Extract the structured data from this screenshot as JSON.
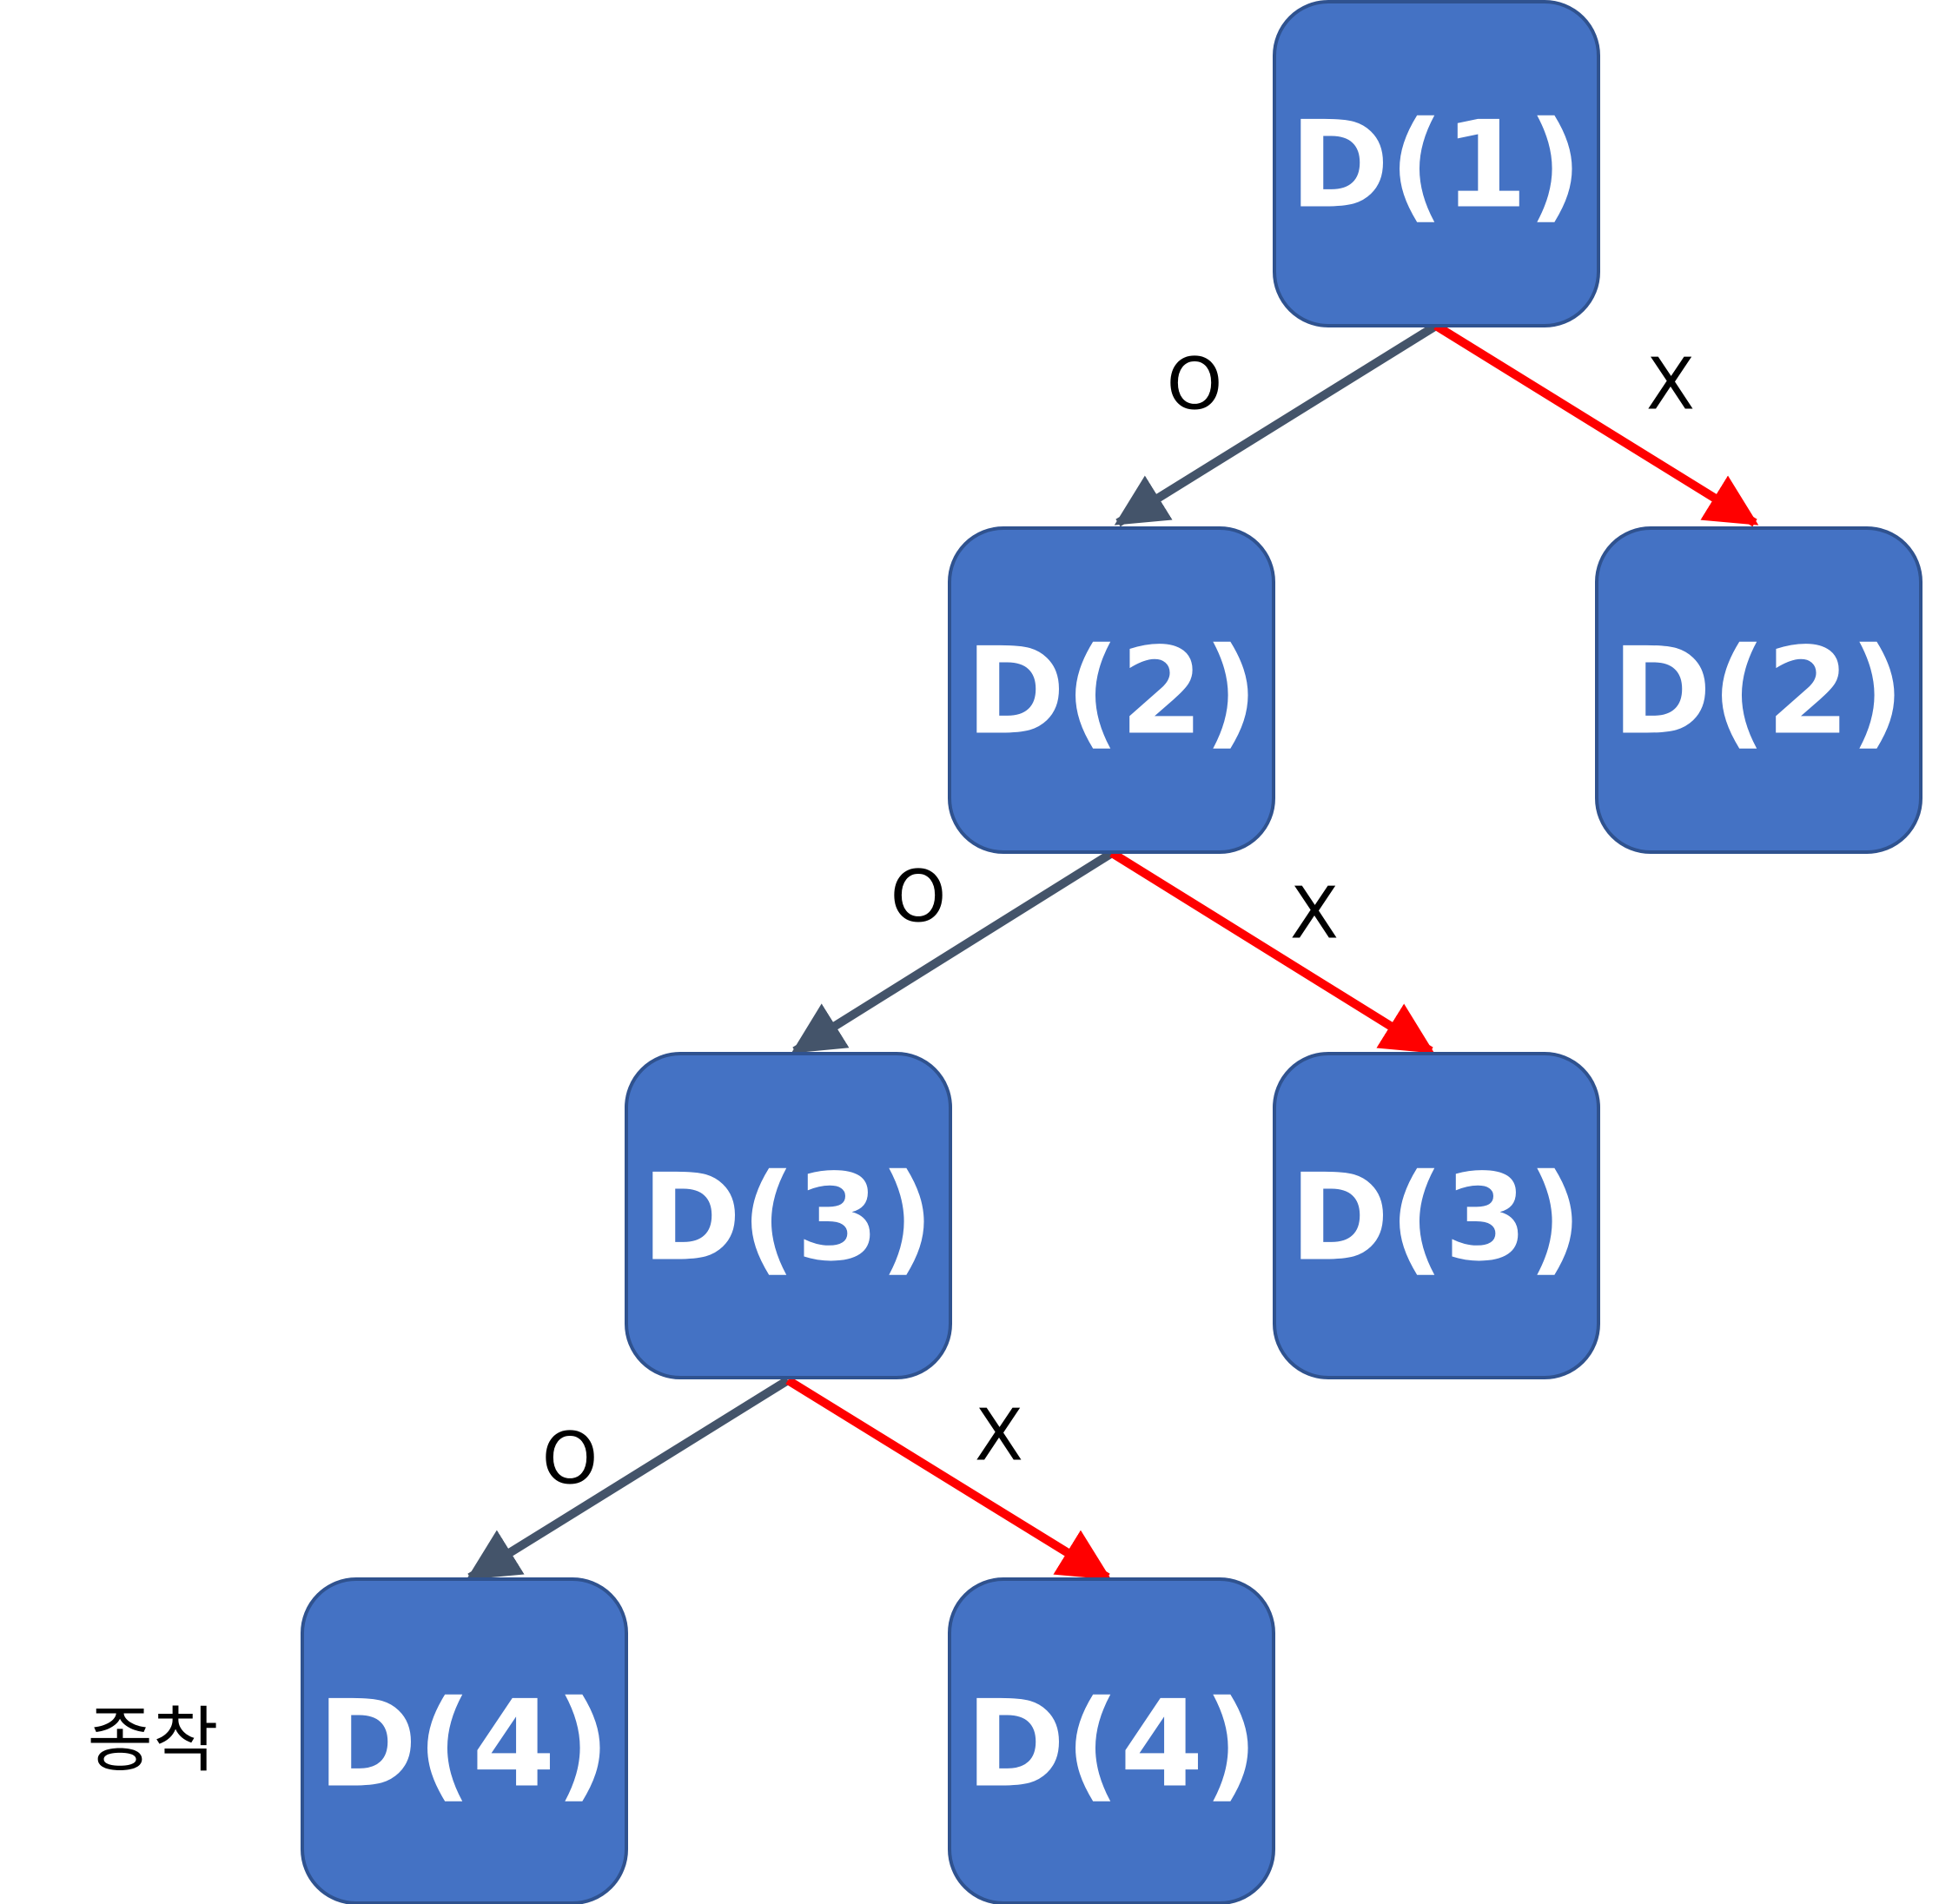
{
  "colors": {
    "node_fill": "#4472c4",
    "node_border": "#2f528f",
    "node_text": "#ffffff",
    "edge_yes": "#44546a",
    "edge_no": "#ff0000",
    "label_text": "#000000"
  },
  "nodes": [
    {
      "id": "n1",
      "label": "D(1)"
    },
    {
      "id": "n2a",
      "label": "D(2)"
    },
    {
      "id": "n2b",
      "label": "D(2)"
    },
    {
      "id": "n3a",
      "label": "D(3)"
    },
    {
      "id": "n3b",
      "label": "D(3)"
    },
    {
      "id": "n4a",
      "label": "D(4)"
    },
    {
      "id": "n4b",
      "label": "D(4)"
    }
  ],
  "edges": [
    {
      "from": "n1",
      "to": "n2a",
      "label": "O",
      "kind": "yes"
    },
    {
      "from": "n1",
      "to": "n2b",
      "label": "X",
      "kind": "no"
    },
    {
      "from": "n2a",
      "to": "n3a",
      "label": "O",
      "kind": "yes"
    },
    {
      "from": "n2a",
      "to": "n3b",
      "label": "X",
      "kind": "no"
    },
    {
      "from": "n3a",
      "to": "n4a",
      "label": "O",
      "kind": "yes"
    },
    {
      "from": "n3a",
      "to": "n4b",
      "label": "X",
      "kind": "no"
    }
  ],
  "annotations": {
    "terminal_label": "종착"
  }
}
